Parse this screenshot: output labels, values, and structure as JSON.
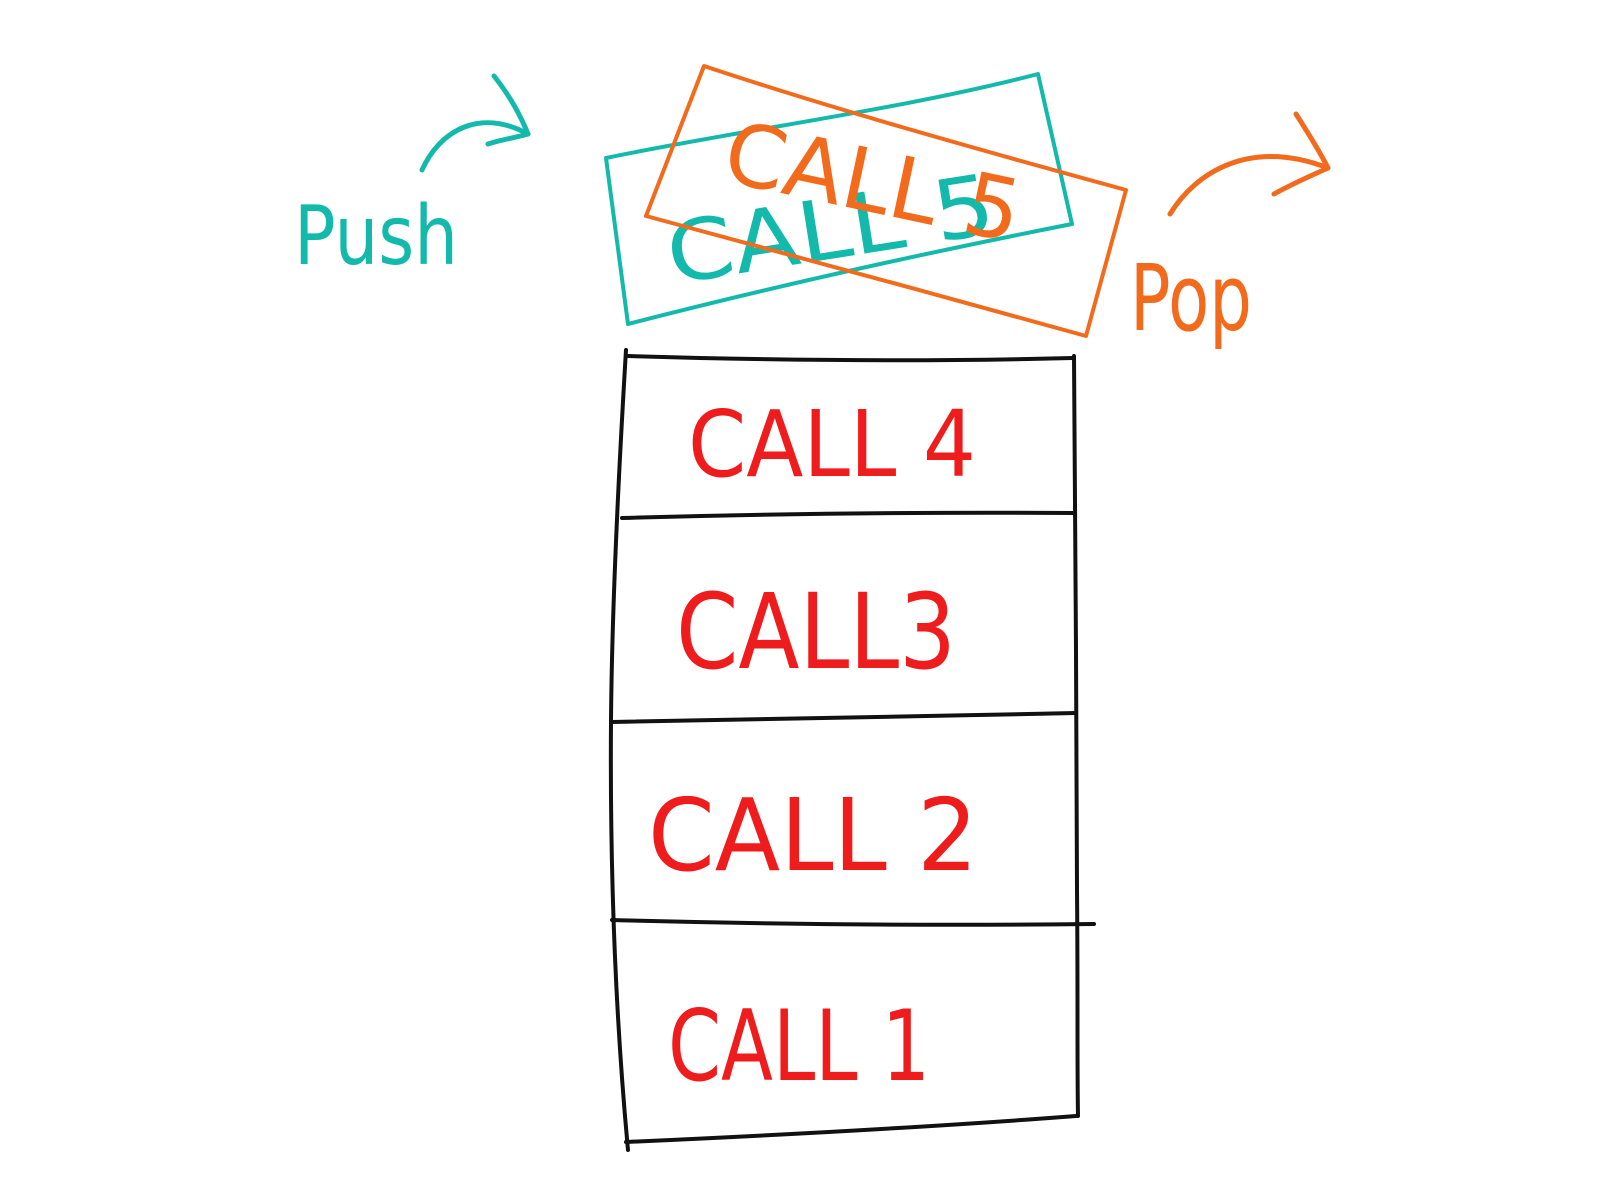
{
  "diagram": {
    "stack_frames": [
      {
        "label": "CALL 4"
      },
      {
        "label": "CALL3"
      },
      {
        "label": "CALL 2"
      },
      {
        "label": "CALL 1"
      }
    ],
    "push": {
      "label": "Push",
      "frame_label": "CALL 5"
    },
    "pop": {
      "label": "Pop",
      "frame_label": "CALL 5"
    }
  },
  "colors": {
    "stack_outline": "#111111",
    "frame_text": "#ee1c1c",
    "push": "#13b9aa",
    "pop": "#f26b1d",
    "background": "#ffffff"
  }
}
